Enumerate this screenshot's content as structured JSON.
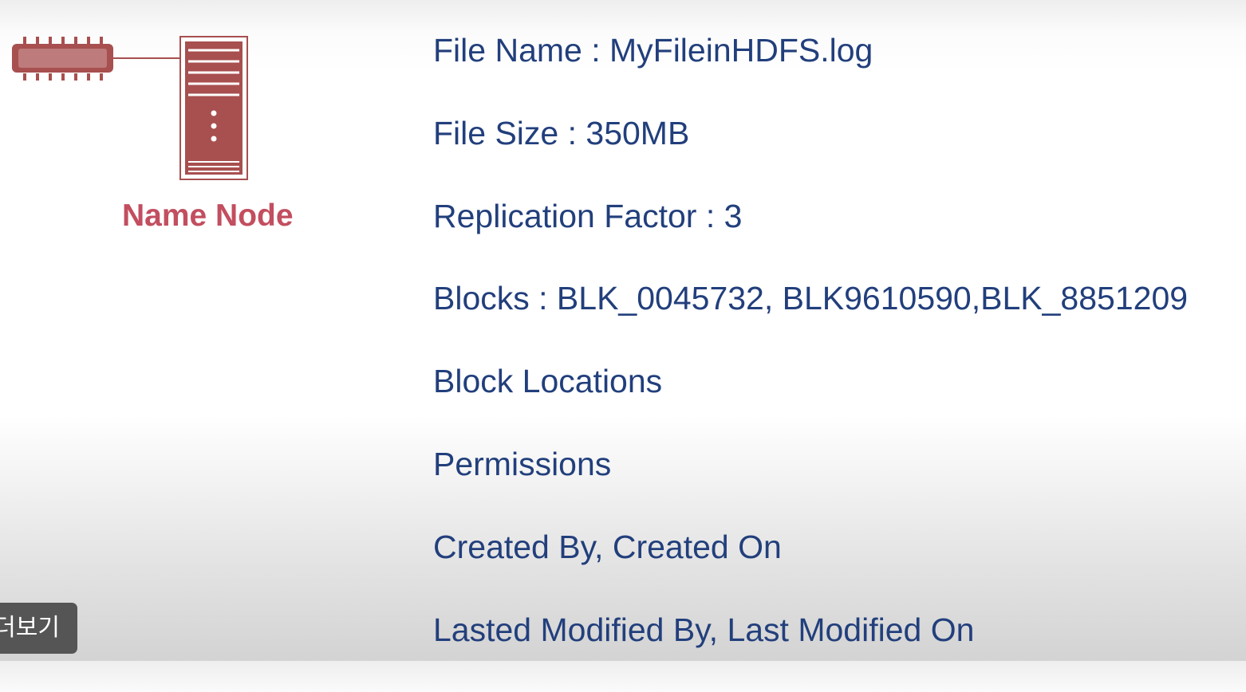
{
  "colors": {
    "node_red": "#a84f4f",
    "node_red_light": "#be7b7b",
    "label_red": "#c24e5f",
    "meta_text": "#223f7c",
    "button_bg": "#555555",
    "button_text": "#ffffff"
  },
  "name_node": {
    "label": "Name Node",
    "icons": [
      "memory-chip-icon",
      "server-tower-icon"
    ]
  },
  "metadata": {
    "items": [
      "File Name : MyFileinHDFS.log",
      "File Size : 350MB",
      "Replication Factor : 3",
      "Blocks : BLK_0045732, BLK9610590,BLK_8851209",
      "Block Locations",
      "Permissions",
      "Created By, Created On",
      "Lasted Modified By, Last Modified On"
    ]
  },
  "more_button": {
    "label": "더보기"
  }
}
